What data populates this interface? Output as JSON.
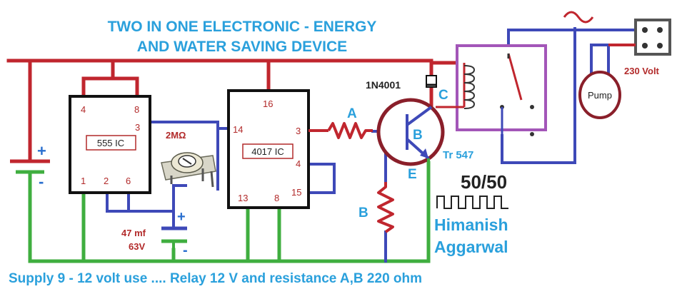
{
  "title": {
    "line1": "TWO IN ONE ELECTRONIC - ENERGY",
    "line2": "AND WATER SAVING DEVICE"
  },
  "ic555": {
    "name": "555 IC",
    "pins": {
      "p4": "4",
      "p8": "8",
      "p3": "3",
      "p1": "1",
      "p2": "2",
      "p6": "6"
    }
  },
  "ic4017": {
    "name": "4017 IC",
    "pins": {
      "p16": "16",
      "p14": "14",
      "p3": "3",
      "p4": "4",
      "p15": "15",
      "p13": "13",
      "p8": "8"
    }
  },
  "potentiometer": {
    "label": "2MΩ"
  },
  "capacitor": {
    "value": "47 mf",
    "voltage": "63V",
    "plus": "+",
    "minus": "-"
  },
  "battery": {
    "plus": "+",
    "minus": "-"
  },
  "diode": {
    "label": "1N4001"
  },
  "resistors": {
    "a": "A",
    "b": "B"
  },
  "transistor": {
    "name": "Tr 547",
    "collector": "C",
    "base": "B",
    "emitter": "E"
  },
  "pulse": {
    "label": "50/50"
  },
  "author": {
    "line1": "Himanish",
    "line2": "Aggarwal"
  },
  "pump": {
    "label": "Pump"
  },
  "mains": {
    "label": "230 Volt"
  },
  "footer": {
    "text": "Supply 9 - 12 volt use .... Relay 12 V and resistance A,B 220 ohm"
  },
  "colors": {
    "positive_rail": "#c0262e",
    "negative_rail": "#3fae3f",
    "signal_wire": "#3e49b8",
    "title_blue": "#2aa0dc",
    "relay_box": "#a356b8",
    "transistor_ring": "#8a1f2a",
    "component_red": "#b22a2a"
  }
}
